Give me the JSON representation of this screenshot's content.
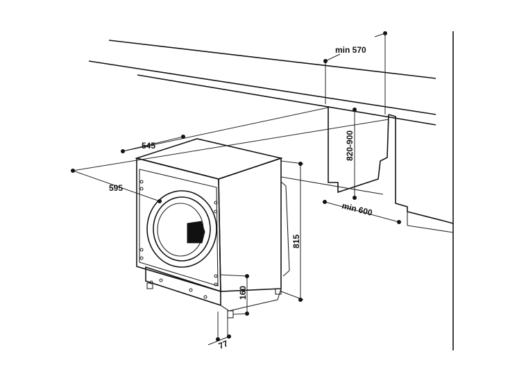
{
  "diagram": {
    "labels": {
      "min_570": "min 570",
      "h_820_900": "820-900",
      "min_600": "min 600",
      "w_545": "545",
      "w_595": "595",
      "h_815": "815",
      "h_160": "160",
      "d_77": "77"
    }
  }
}
